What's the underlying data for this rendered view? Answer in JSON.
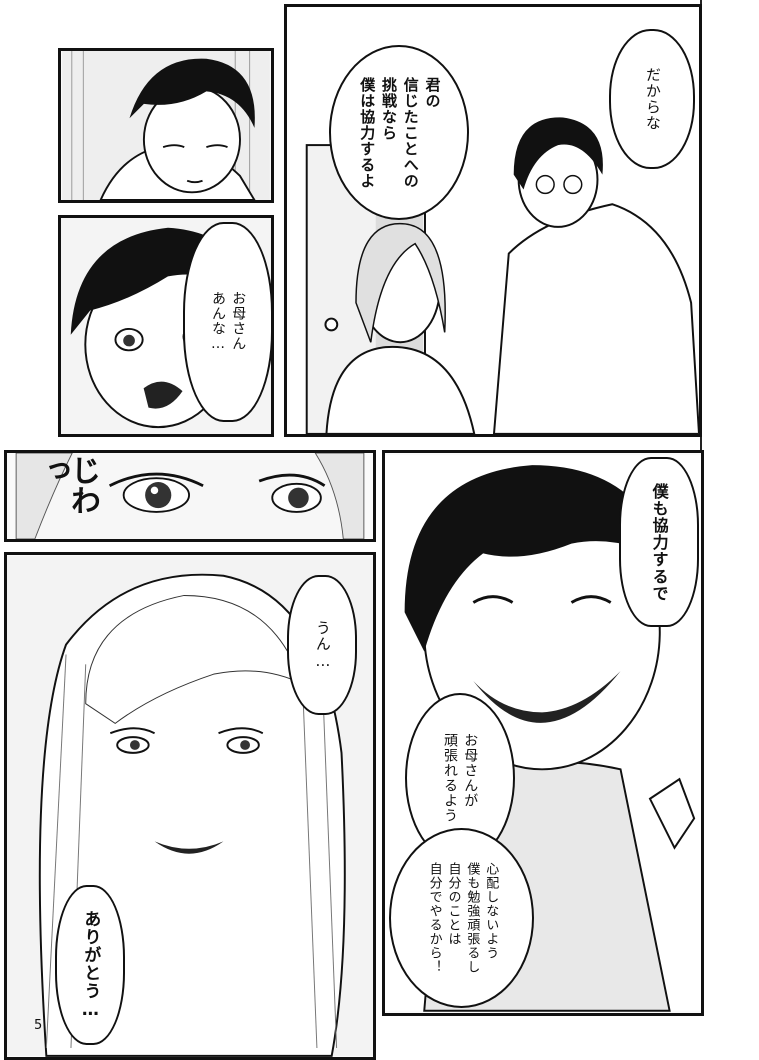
{
  "page": {
    "number": "5"
  },
  "panels": {
    "p1": {
      "name": "boy-looking-down"
    },
    "p2": {
      "name": "boy-surprised",
      "bubble": "お母さん\nあんな…"
    },
    "p3": {
      "name": "parents-talking",
      "bubble_father": "だからな",
      "bubble_main": "君の\n信じたことへの\n挑戦なら\n僕は協力するよ"
    },
    "p4": {
      "name": "eyes-closeup",
      "sfx": "じわっ"
    },
    "p5": {
      "name": "boy-smiling",
      "bubble_top": "僕も協力するで",
      "bubble_mid": "お母さんが\n頑張れるよう",
      "bubble_bottom": "心配しないよう\n僕も勉強頑張るし\n自分のことは\n自分でやるから！"
    },
    "p6": {
      "name": "mother-crying",
      "bubble_top": "うん…",
      "bubble_bottom": "ありがとう…"
    }
  }
}
